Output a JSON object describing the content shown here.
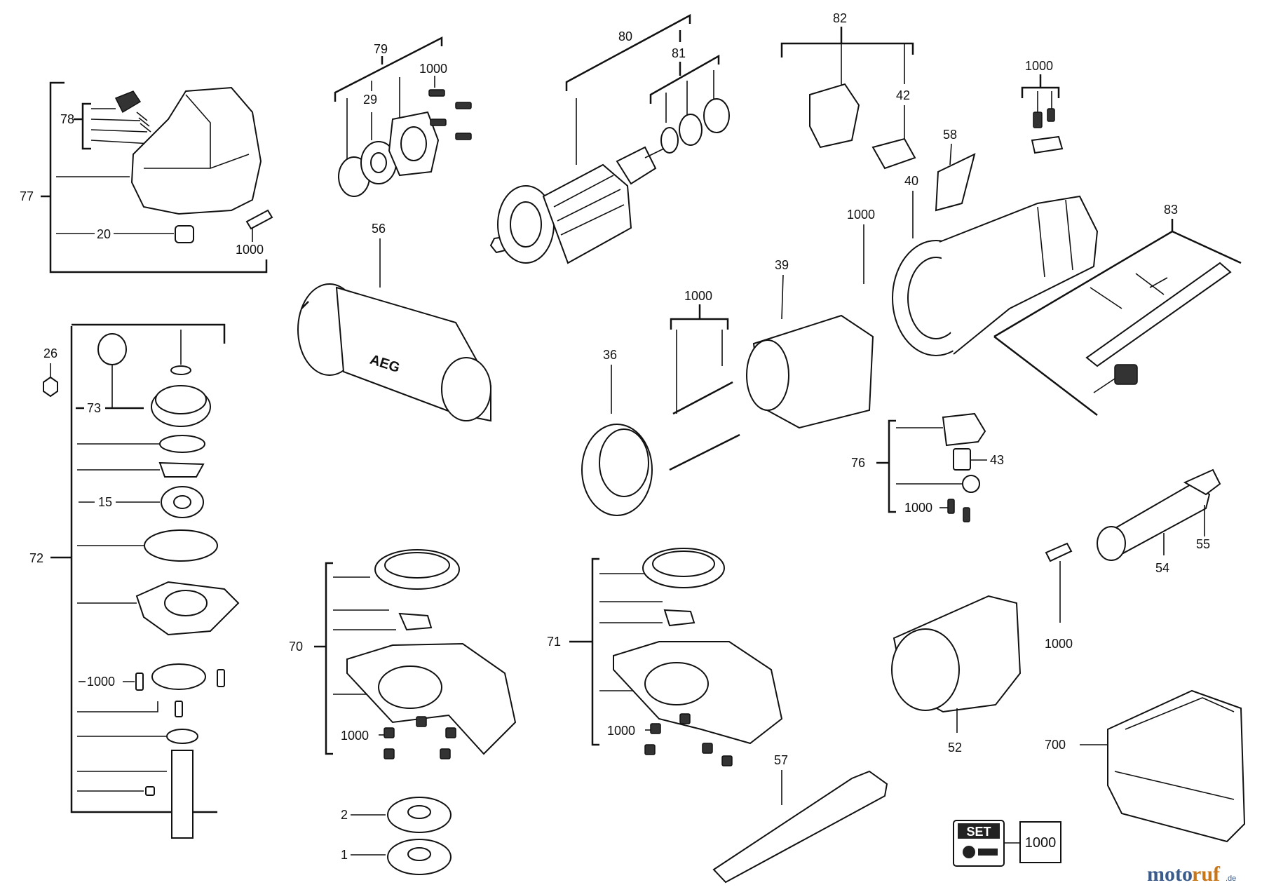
{
  "labels": {
    "n77": "77",
    "n78": "78",
    "n20": "20",
    "n1000_a": "1000",
    "n79": "79",
    "n29": "29",
    "n1000_b": "1000",
    "n80": "80",
    "n81": "81",
    "n82": "82",
    "n42": "42",
    "n58": "58",
    "n1000_c": "1000",
    "n40": "40",
    "n83": "83",
    "n1000_d": "1000",
    "n56": "56",
    "n39": "39",
    "n1000_e": "1000",
    "n36": "36",
    "n26": "26",
    "n73": "73",
    "n15": "15",
    "n72": "72",
    "n1000_f": "1000",
    "n76": "76",
    "n43": "43",
    "n1000_g": "1000",
    "n55": "55",
    "n54": "54",
    "n1000_h": "1000",
    "n70": "70",
    "n1000_i": "1000",
    "n71": "71",
    "n1000_j": "1000",
    "n52": "52",
    "n57": "57",
    "n2": "2",
    "n1": "1",
    "n700": "700",
    "set_badge": "SET",
    "set_box": "1000"
  },
  "brand_on_handle": "AEG",
  "watermark": {
    "main": "moto",
    "accent": "ruf",
    "suffix": ".de"
  }
}
